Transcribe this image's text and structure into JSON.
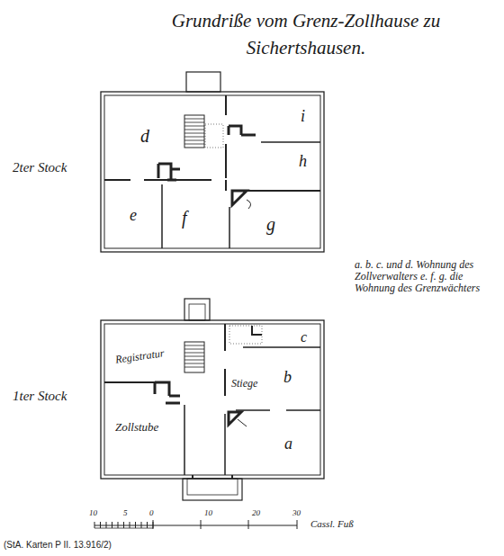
{
  "diagram": {
    "title": "Grundriße vom Grenz-Zollhause zu Sichertshausen.",
    "caption": "(StA. Karten P II. 13.916/2)",
    "labels": [
      "2ter Stock",
      "d",
      "i",
      "h",
      "e",
      "f",
      "g",
      "a. b. c. und d. Wohnung des Zollverwalters e. f. g. die Wohnung des Grenzwächters",
      "1ter Stock",
      "Registratur",
      "c",
      "Stiege",
      "b",
      "Zollstube",
      "a",
      "10",
      "5",
      "0",
      "10",
      "20",
      "30",
      "Cassl. Fuß"
    ]
  }
}
